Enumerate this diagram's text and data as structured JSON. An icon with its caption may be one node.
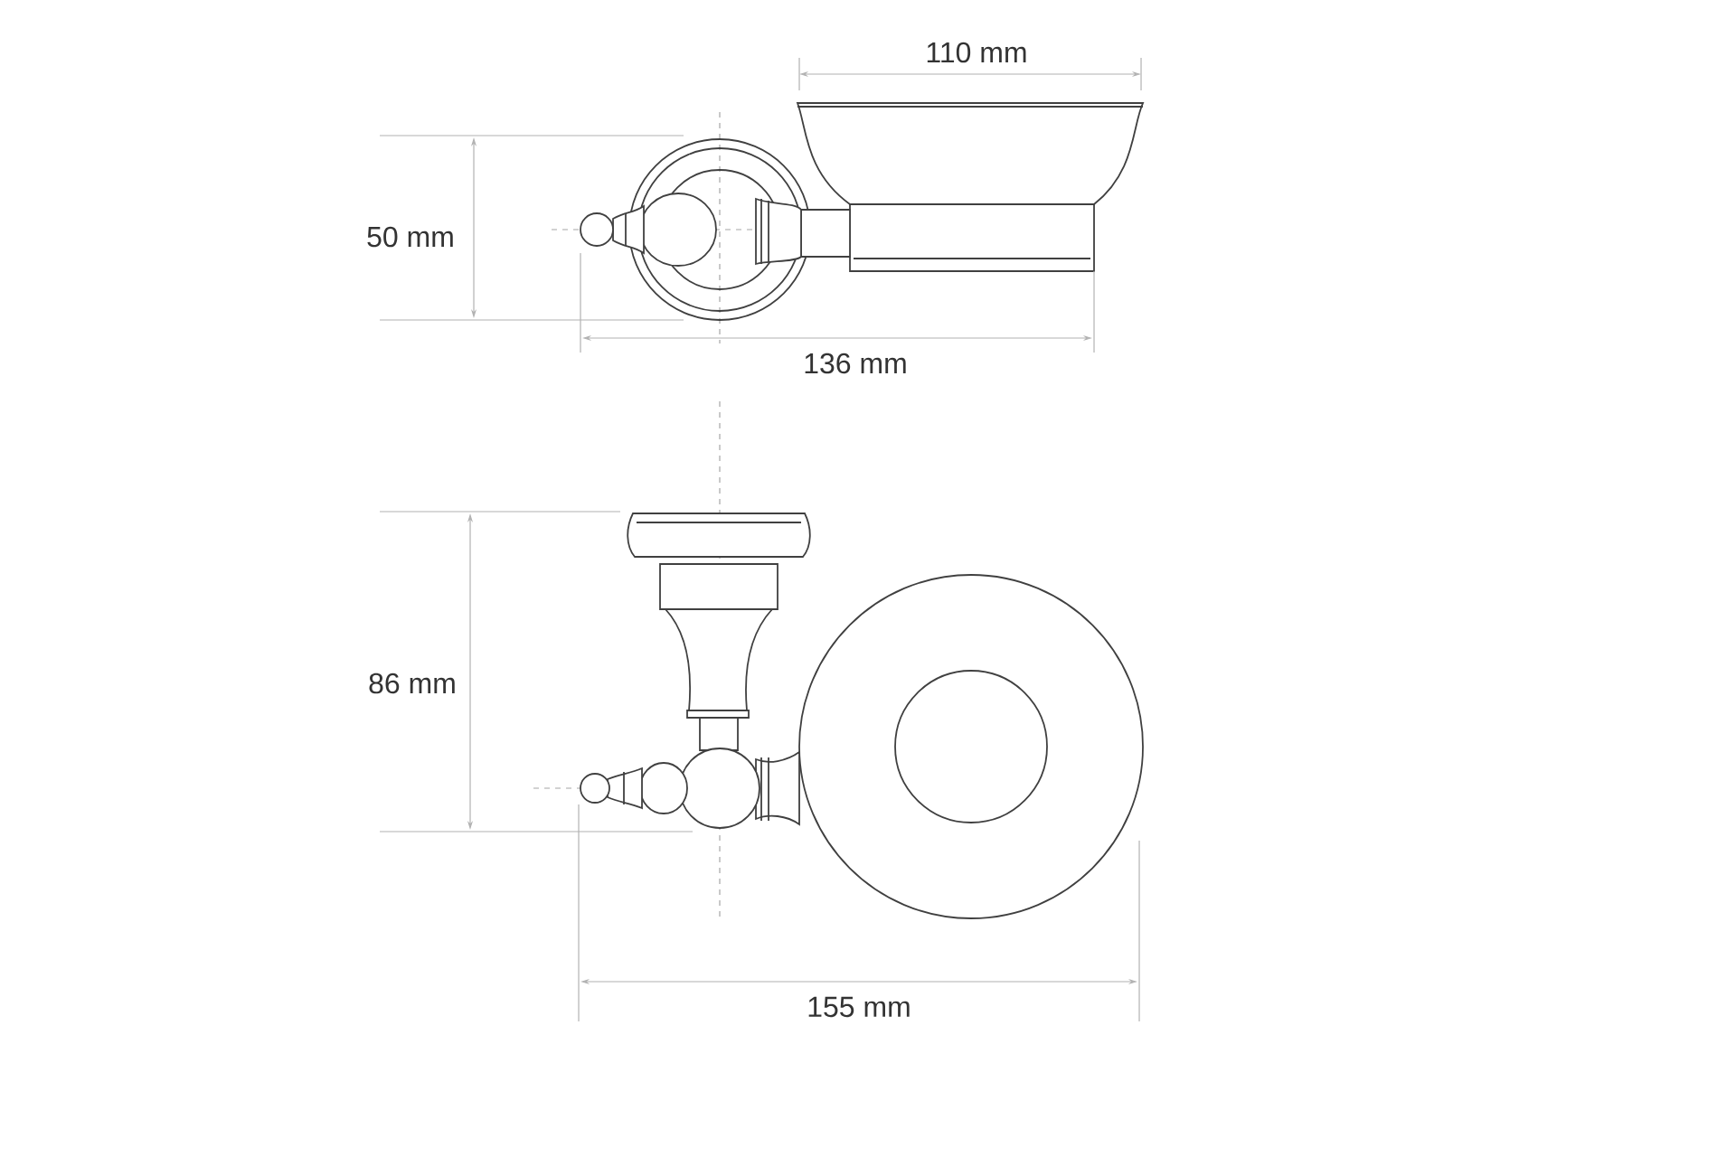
{
  "diagram": {
    "labels": [
      "110 mm",
      "50 mm",
      "136 mm",
      "86 mm",
      "155 mm"
    ]
  }
}
